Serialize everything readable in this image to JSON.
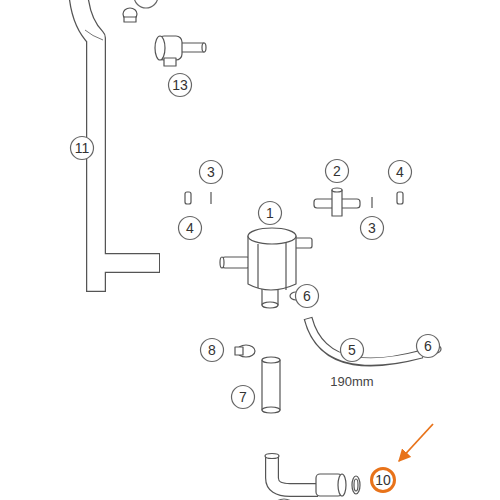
{
  "diagram": {
    "nodes": [
      {
        "text": [
          "13"
        ]
      },
      {
        "text": [
          "11"
        ]
      },
      {
        "text": [
          "3"
        ]
      },
      {
        "text": [
          "2"
        ]
      },
      {
        "text": [
          "4"
        ]
      },
      {
        "text": [
          "1"
        ]
      },
      {
        "text": [
          "4"
        ]
      },
      {
        "text": [
          "3"
        ]
      },
      {
        "text": [
          "6"
        ]
      },
      {
        "text": [
          "8"
        ]
      },
      {
        "text": [
          "5"
        ]
      },
      {
        "text": [
          "6"
        ]
      },
      {
        "text": [
          "7"
        ]
      },
      {
        "text": [
          "10"
        ]
      }
    ],
    "labels": [
      "190mm"
    ]
  }
}
